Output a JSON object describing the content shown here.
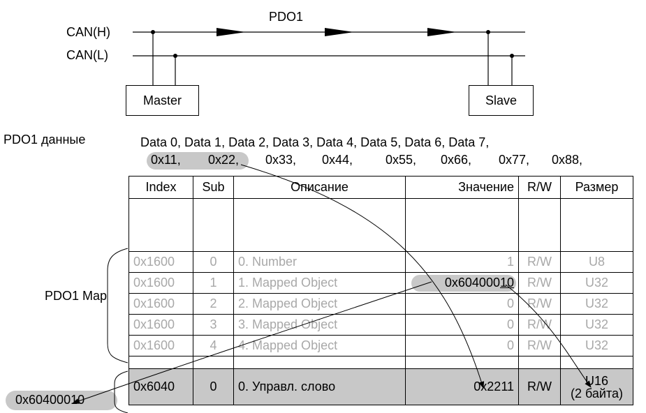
{
  "top": {
    "title": "PDO1",
    "can_h": "CAN(H)",
    "can_l": "CAN(L)",
    "master": "Master",
    "slave": "Slave"
  },
  "pdo": {
    "label": "PDO1 данные",
    "data_labels": "Data 0, Data 1, Data 2, Data 3, Data 4, Data 5, Data 6, Data 7,",
    "values": [
      "0x11,",
      "0x22,",
      "0x33,",
      "0x44,",
      "0x55,",
      "0x66,",
      "0x77,",
      "0x88,"
    ],
    "map_label": "PDO1 Map",
    "result_label": "0x60400010"
  },
  "table": {
    "headers": [
      "Index",
      "Sub",
      "Описание",
      "Значение",
      "R/W",
      "Размер"
    ],
    "rows": [
      {
        "index": "0x1600",
        "sub": "0",
        "desc": "0. Number",
        "value": "1",
        "rw": "R/W",
        "size": "U8"
      },
      {
        "index": "0x1600",
        "sub": "1",
        "desc": "1. Mapped Object",
        "value_main": "0x604000",
        "value_underlined": "10",
        "rw": "R/W",
        "size": "U32"
      },
      {
        "index": "0x1600",
        "sub": "2",
        "desc": "2. Mapped Object",
        "value": "0",
        "rw": "R/W",
        "size": "U32"
      },
      {
        "index": "0x1600",
        "sub": "3",
        "desc": "3. Mapped Object",
        "value": "0",
        "rw": "R/W",
        "size": "U32"
      },
      {
        "index": "0x1600",
        "sub": "4",
        "desc": "4. Mapped Object",
        "value": "0",
        "rw": "R/W",
        "size": "U32"
      }
    ],
    "target": {
      "index": "0x6040",
      "sub": "0",
      "desc": "0. Управл. слово",
      "value": "0x2211",
      "rw": "R/W",
      "size_line1": "U16",
      "size_line2": "(2 байта)"
    }
  }
}
